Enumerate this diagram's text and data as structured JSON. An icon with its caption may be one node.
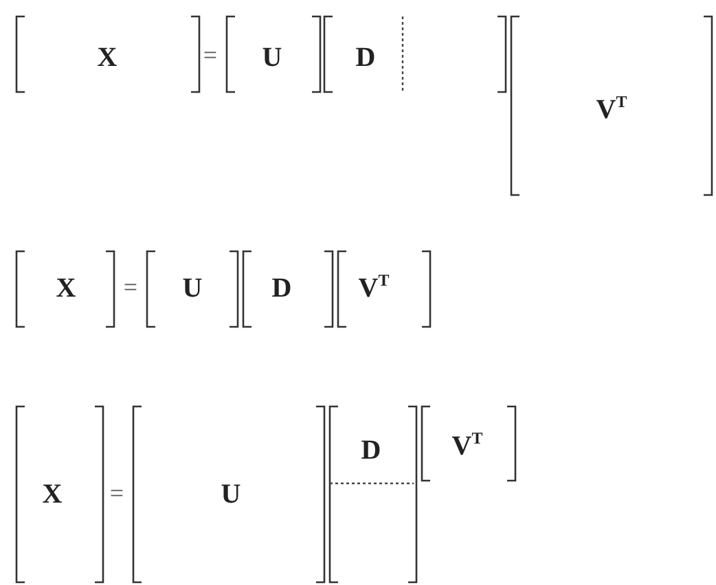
{
  "diagram": {
    "labels": [
      "X",
      "=",
      "U",
      "D",
      "V$^{T}$",
      "X",
      "=",
      "U",
      "D",
      "V$^{T}$",
      "X",
      "=",
      "U",
      "D",
      "V$^{T}$"
    ]
  }
}
